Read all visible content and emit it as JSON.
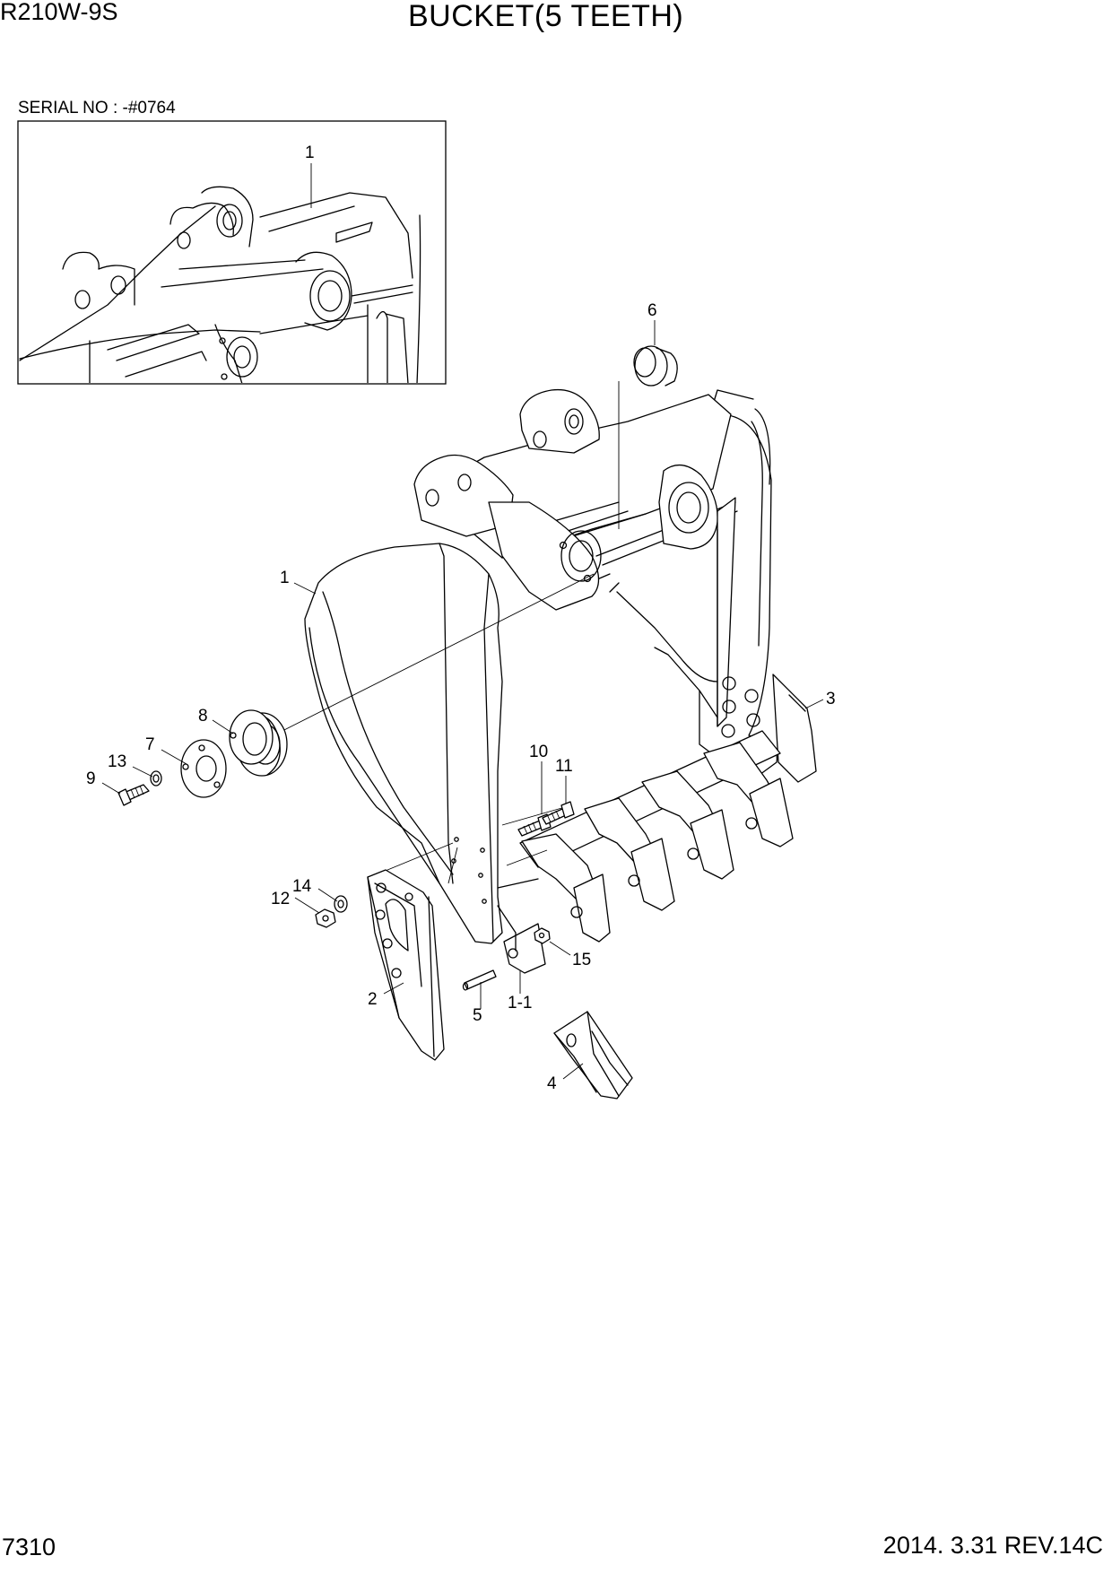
{
  "header": {
    "model": "R210W-9S",
    "title": "BUCKET(5 TEETH)",
    "serial": "SERIAL NO : -#0764"
  },
  "footer": {
    "page_number": "7310",
    "revision": "2014. 3.31  REV.14C"
  },
  "inset": {
    "callout": "1"
  },
  "callouts": {
    "p1": "1",
    "p1_1": "1-1",
    "p2": "2",
    "p3": "3",
    "p4": "4",
    "p5": "5",
    "p6": "6",
    "p7": "7",
    "p8": "8",
    "p9": "9",
    "p10": "10",
    "p11": "11",
    "p12": "12",
    "p13": "13",
    "p14": "14",
    "p15": "15"
  }
}
